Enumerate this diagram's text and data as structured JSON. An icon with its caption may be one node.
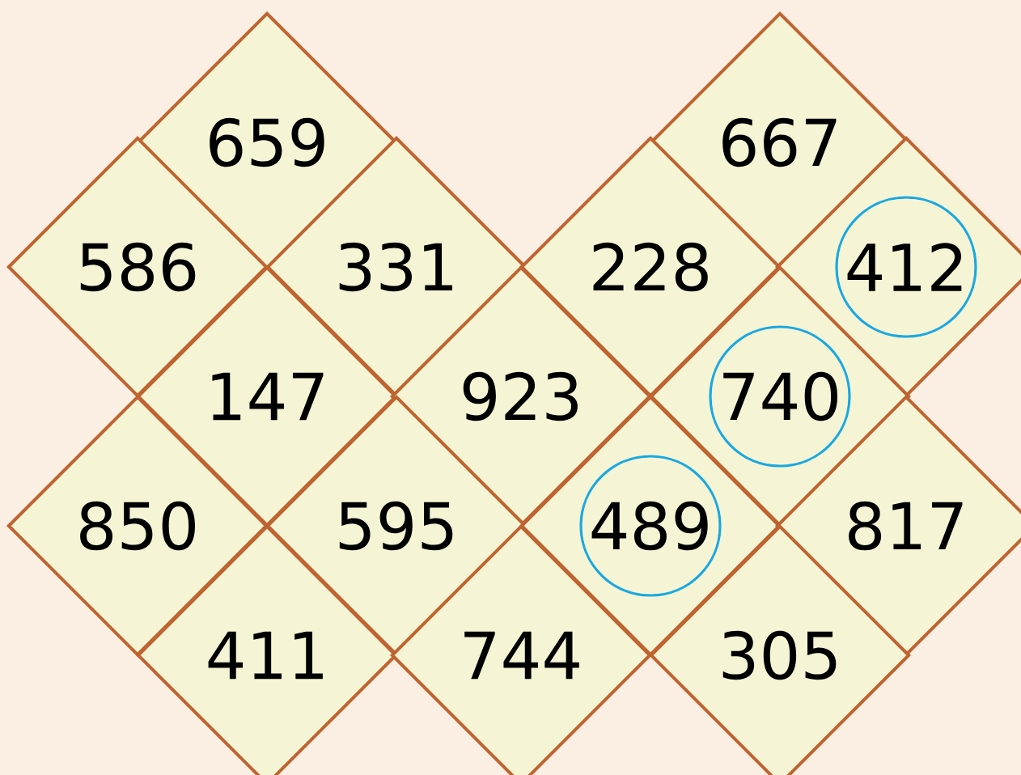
{
  "diagram": {
    "nodes": [
      {
        "text": [
          "659"
        ]
      },
      {
        "text": [
          "667"
        ]
      },
      {
        "text": [
          "586"
        ]
      },
      {
        "text": [
          "331"
        ]
      },
      {
        "text": [
          "228"
        ]
      },
      {
        "text": [],
        "shape": "diamond"
      },
      {
        "text": [
          "412"
        ],
        "in": 5
      },
      {
        "text": [
          "147"
        ]
      },
      {
        "text": [
          "923"
        ]
      },
      {
        "text": [],
        "shape": "diamond"
      },
      {
        "text": [
          "740"
        ],
        "in": 9
      },
      {
        "text": [
          "850"
        ]
      },
      {
        "text": [
          "595"
        ]
      },
      {
        "text": [],
        "shape": "diamond"
      },
      {
        "text": [
          "489"
        ],
        "in": 13
      },
      {
        "text": [
          "817"
        ]
      },
      {
        "text": [
          "411"
        ]
      },
      {
        "text": [
          "744"
        ]
      },
      {
        "text": [
          "305"
        ]
      }
    ]
  }
}
